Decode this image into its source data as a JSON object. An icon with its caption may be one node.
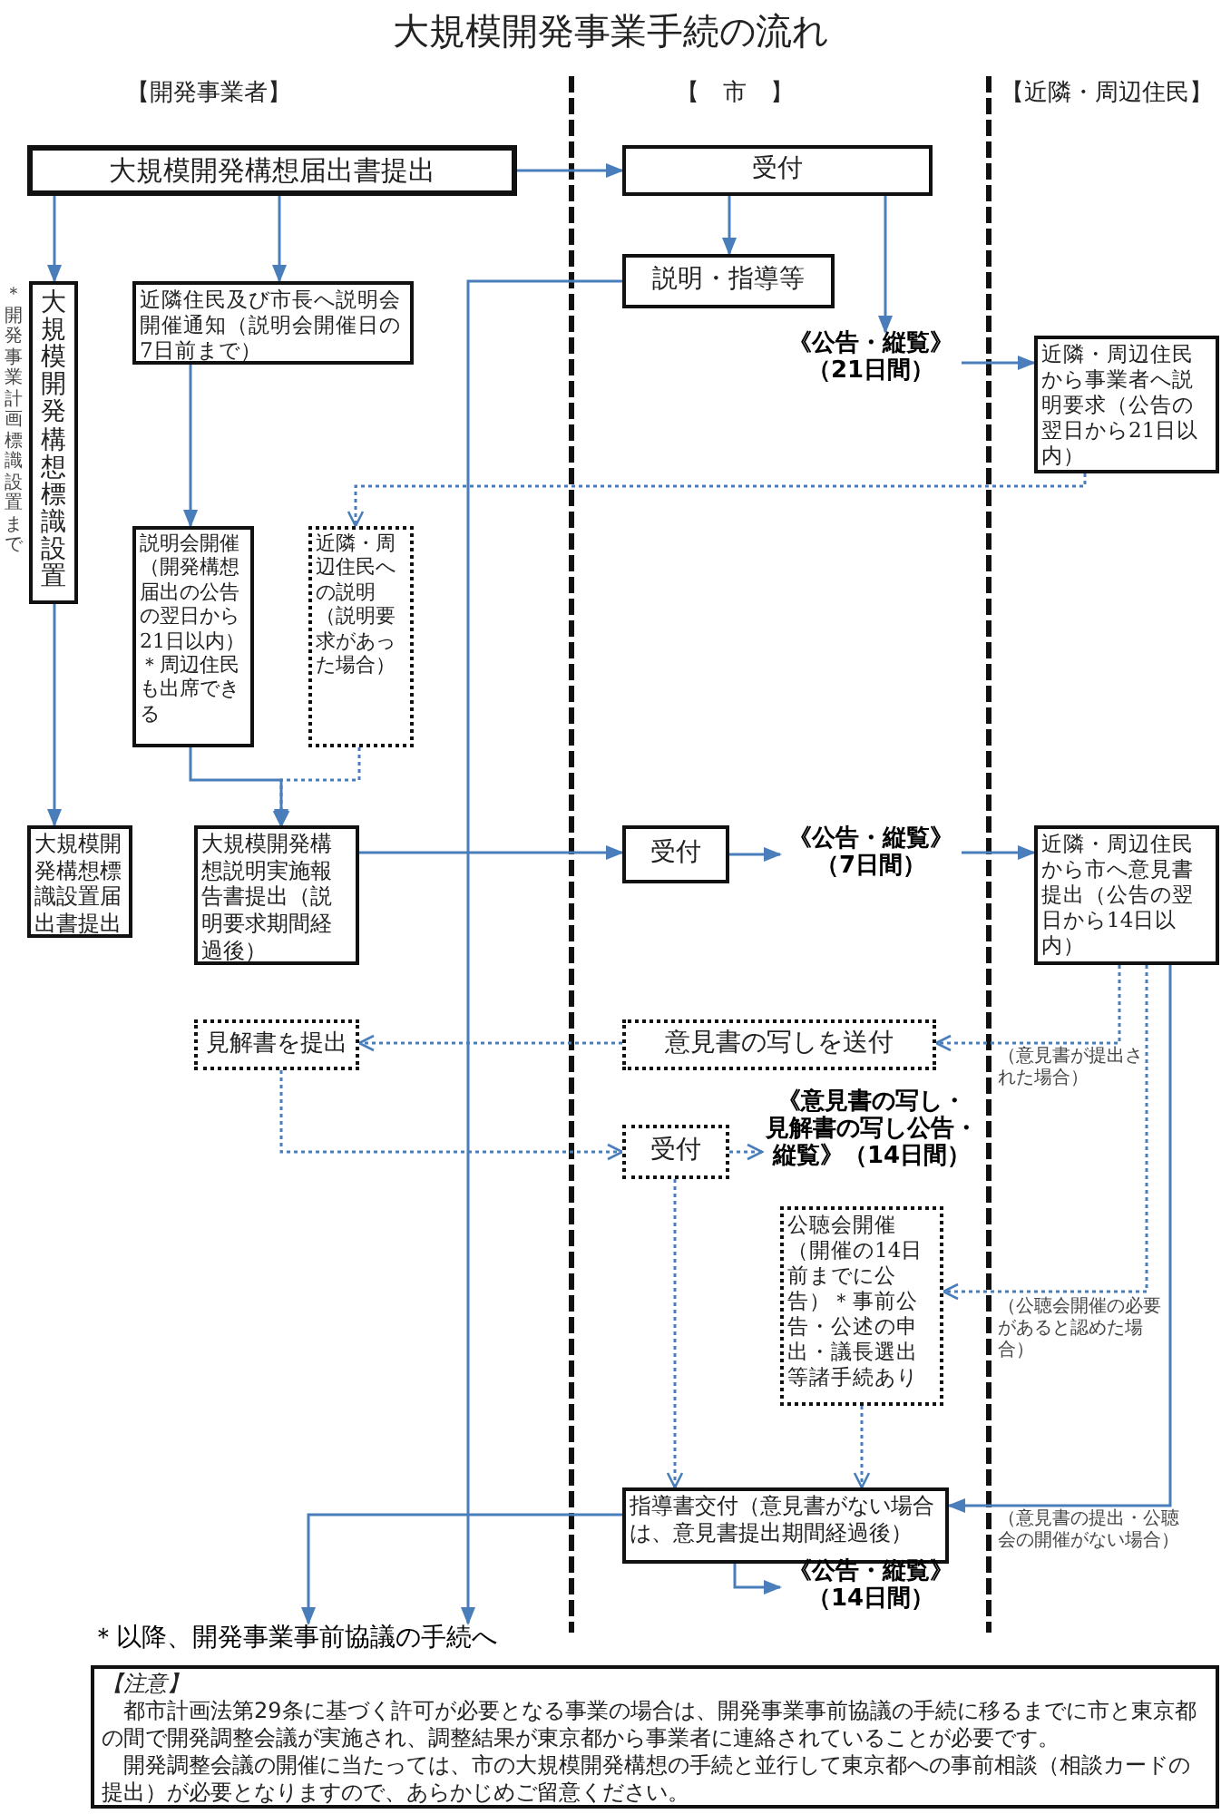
{
  "diagram": {
    "title": "大規模開発事業手続の流れ",
    "nodes": [
      {
        "text": [
          "大規模開発構想届出書提出"
        ]
      },
      {
        "text": [
          "受付"
        ]
      },
      {
        "text": [
          "大規模開発構想標識設置"
        ],
        "beside": [
          "＊開発事業計画標識設置まで"
        ]
      },
      {
        "text": [
          "近隣住民及び市長へ説明会開催通知（説明会開催日の7日前まで）"
        ]
      },
      {
        "text": [
          "説明・指導等"
        ]
      },
      {
        "text": [
          "《公告・縦覧》（21日間）"
        ]
      },
      {
        "text": [
          "近隣・周辺住民から事業者へ説明要求（公告の翌日から21日以内）"
        ]
      },
      {
        "text": [
          "説明会開催（開発構想届出の公告の翌日から21日以内）＊周辺住民も出席できる"
        ]
      },
      {
        "text": [
          "近隣・周辺住民への説明（説明要求があった場合）"
        ]
      },
      {
        "text": [
          "大規模開発構想標識設置届出書提出"
        ]
      },
      {
        "text": [
          "大規模開発構想説明実施報告書提出（説明要求期間経過後）"
        ]
      },
      {
        "text": [
          "受付"
        ]
      },
      {
        "text": [
          "《公告・縦覧》（7日間）"
        ]
      },
      {
        "text": [
          "近隣・周辺住民から市へ意見書提出（公告の翌日から14日以内）"
        ]
      },
      {
        "text": [
          "見解書を提出"
        ]
      },
      {
        "text": [
          "意見書の写しを送付"
        ]
      },
      {
        "text": [
          "受付"
        ]
      },
      {
        "text": [
          "《意見書の写し・見解書の写し公告・縦覧》（14日間）"
        ]
      },
      {
        "text": [
          "公聴会開催（開催の14日前までに公告）＊事前公告・公述の申出・議長選出等諸手続あり"
        ]
      },
      {
        "text": [
          "指導書交付（意見書がない場合は、意見書提出期間経過後）"
        ]
      },
      {
        "text": [
          "《公告・縦覧》（14日間）"
        ]
      },
      {
        "text": [
          "＊以降、開発事業事前協議の手続へ"
        ]
      },
      {
        "text": [
          "【注意】",
          "都市計画法第29条に基づく許可が必要となる事業の場合は、開発事業事前協議の手続に移るまでに市と東京都の間で開発調整会議が実施され、調整結果が東京都から事業者に連絡されていることが必要です。",
          "開発調整会議の開催に当たっては、市の大規模開発構想の手続と並行して東京都への事前相談（相談カードの提出）が必要となりますので、あらかじめご留意ください。"
        ]
      }
    ],
    "edges": [
      {
        "from": 0,
        "to": 1,
        "arrow": "to"
      },
      {
        "from": 0,
        "to": 2,
        "arrow": "to"
      },
      {
        "from": 0,
        "to": 3,
        "arrow": "to"
      },
      {
        "from": 1,
        "to": 4,
        "arrow": "to"
      },
      {
        "from": 1,
        "to": 5,
        "arrow": "to"
      },
      {
        "from": 4,
        "to": 21,
        "arrow": "to"
      },
      {
        "from": 5,
        "to": 6,
        "arrow": "to"
      },
      {
        "from": 6,
        "to": 8,
        "arrow": "to",
        "style": "dashed"
      },
      {
        "from": 3,
        "to": 7,
        "arrow": "to"
      },
      {
        "from": 2,
        "to": 9,
        "arrow": "to"
      },
      {
        "from": 7,
        "to": 10,
        "arrow": "to"
      },
      {
        "from": 8,
        "to": 10,
        "arrow": "to",
        "style": "dashed"
      },
      {
        "from": 10,
        "to": 11,
        "arrow": "to"
      },
      {
        "from": 11,
        "to": 12,
        "arrow": "to"
      },
      {
        "from": 12,
        "to": 13,
        "arrow": "to"
      },
      {
        "from": 13,
        "to": 15,
        "arrow": "to",
        "style": "dashed"
      },
      {
        "from": 15,
        "to": 14,
        "arrow": "to",
        "style": "dashed"
      },
      {
        "from": 14,
        "to": 16,
        "arrow": "to",
        "style": "dashed"
      },
      {
        "from": 16,
        "to": 17,
        "arrow": "to",
        "style": "dashed"
      },
      {
        "from": 16,
        "to": 19,
        "arrow": "to",
        "style": "dashed"
      },
      {
        "from": 13,
        "to": 18,
        "arrow": "to",
        "style": "dashed"
      },
      {
        "from": 18,
        "to": 19,
        "arrow": "to",
        "style": "dashed"
      },
      {
        "from": 13,
        "to": 19,
        "arrow": "to"
      },
      {
        "from": 19,
        "to": 21,
        "arrow": "to"
      },
      {
        "from": 19,
        "to": 20,
        "arrow": "to"
      }
    ],
    "labels": [
      "【開発事業者】",
      "【　市　】",
      "【近隣・周辺住民】",
      "（意見書が提出された場合）",
      "（公聴会開催の必要があると認めた場合）",
      "（意見書の提出・公聴会の開催がない場合）"
    ]
  }
}
